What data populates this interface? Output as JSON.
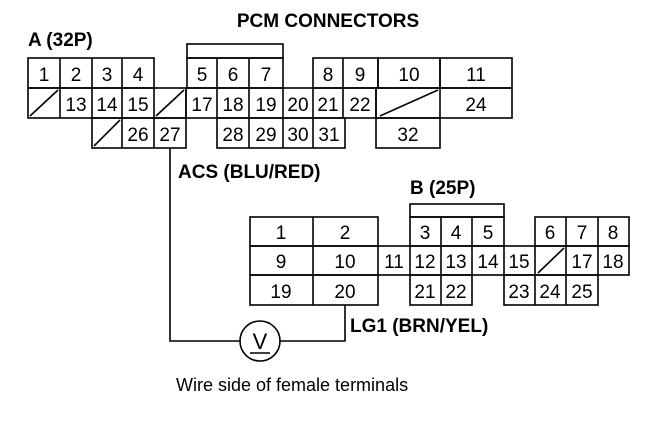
{
  "title": "PCM CONNECTORS",
  "connector_a": {
    "label": "A (32P)",
    "row1": [
      "1",
      "2",
      "3",
      "4",
      "5",
      "6",
      "7",
      "8",
      "9",
      "10",
      "11"
    ],
    "row2": [
      "13",
      "14",
      "15",
      "17",
      "18",
      "19",
      "20",
      "21",
      "22",
      "24"
    ],
    "row3": [
      "26",
      "27",
      "28",
      "29",
      "30",
      "31",
      "32"
    ]
  },
  "connector_b": {
    "label": "B (25P)",
    "row1": [
      "1",
      "2",
      "3",
      "4",
      "5",
      "6",
      "7",
      "8"
    ],
    "row2": [
      "9",
      "10",
      "11",
      "12",
      "13",
      "14",
      "15",
      "17",
      "18"
    ],
    "row3": [
      "19",
      "20",
      "21",
      "22",
      "23",
      "24",
      "25"
    ]
  },
  "wire_acs": "ACS (BLU/RED)",
  "wire_lg1": "LG1 (BRN/YEL)",
  "meter_symbol": "V",
  "caption": "Wire side of female terminals"
}
